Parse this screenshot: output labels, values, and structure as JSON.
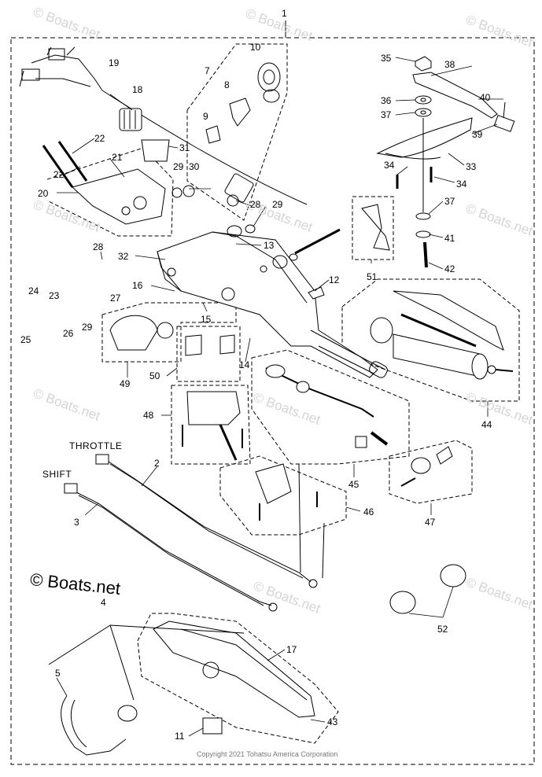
{
  "watermark": "© Boats.net",
  "watermark_main": "© Boats.net",
  "copyright": "Copyright 2021 Tohatsu America Corporation",
  "labels": {
    "throttle": "THROTTLE",
    "shift": "SHIFT"
  },
  "callouts": [
    "1",
    "2",
    "3",
    "4",
    "5",
    "7",
    "8",
    "9",
    "10",
    "11",
    "12",
    "13",
    "14",
    "15",
    "16",
    "17",
    "18",
    "19",
    "20",
    "21",
    "22",
    "22",
    "23",
    "24",
    "25",
    "26",
    "27",
    "28",
    "28",
    "29",
    "29",
    "29",
    "30",
    "31",
    "32",
    "33",
    "34",
    "34",
    "35",
    "36",
    "37",
    "37",
    "38",
    "39",
    "40",
    "41",
    "42",
    "43",
    "44",
    "45",
    "46",
    "47",
    "48",
    "49",
    "50",
    "51",
    "52"
  ]
}
